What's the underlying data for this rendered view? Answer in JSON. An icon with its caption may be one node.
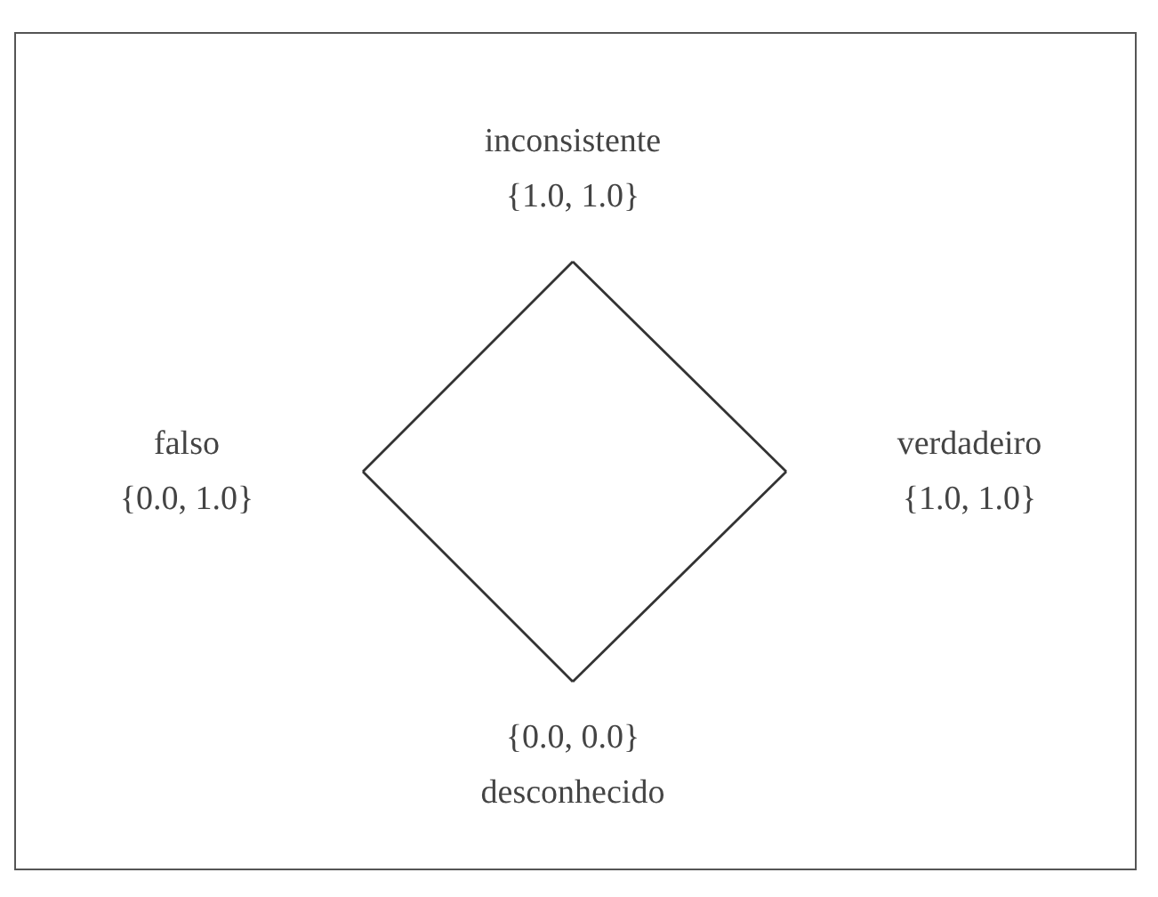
{
  "diagram": {
    "nodes": [
      {
        "text": [
          "inconsistente",
          "{1.0, 1.0}"
        ]
      },
      {
        "text": [
          "falso",
          "{0.0, 1.0}"
        ]
      },
      {
        "text": [
          "verdadeiro",
          "{1.0, 1.0}"
        ]
      },
      {
        "text": [
          "{0.0, 0.0}",
          "desconhecido"
        ]
      }
    ],
    "edges": [
      {
        "from": 0,
        "to": 2,
        "arrow": "none"
      },
      {
        "from": 2,
        "to": 3,
        "arrow": "none"
      },
      {
        "from": 3,
        "to": 1,
        "arrow": "none"
      },
      {
        "from": 1,
        "to": 0,
        "arrow": "none"
      }
    ]
  }
}
